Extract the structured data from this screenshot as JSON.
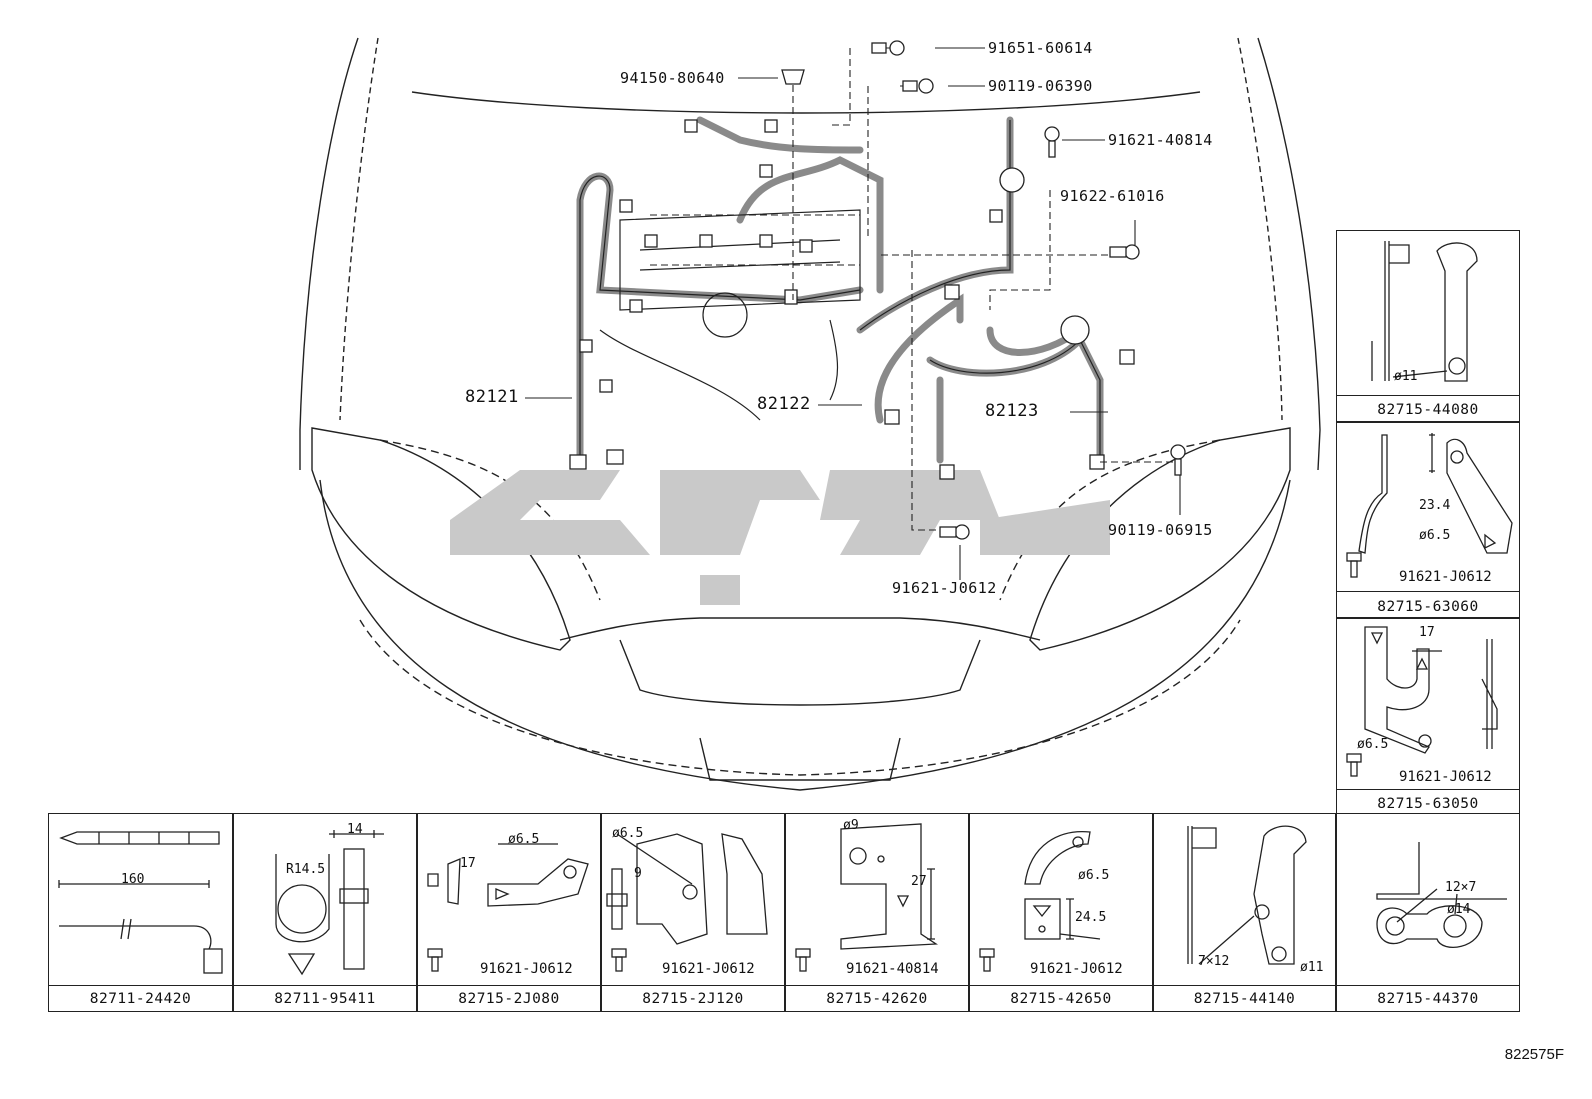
{
  "main_parts": {
    "p_94150": "94150-80640",
    "p_91651": "91651-60614",
    "p_90119a": "90119-06390",
    "p_91621a": "91621-40814",
    "p_91622": "91622-61016",
    "p_82121": "82121",
    "p_82122": "82122",
    "p_82123": "82123",
    "p_90119b": "90119-06915",
    "p_91621b": "91621-J0612"
  },
  "right_panels": [
    {
      "part": "82715-44080",
      "callouts": [
        "ø11"
      ],
      "bolt": ""
    },
    {
      "part": "82715-63060",
      "callouts": [
        "23.4",
        "ø6.5"
      ],
      "bolt": "91621-J0612"
    },
    {
      "part": "82715-63050",
      "callouts": [
        "17",
        "ø6.5"
      ],
      "bolt": "91621-J0612"
    }
  ],
  "bottom_panels": [
    {
      "part": "82711-24420",
      "callouts": [
        "160"
      ],
      "bolt": ""
    },
    {
      "part": "82711-95411",
      "callouts": [
        "14",
        "R14.5"
      ],
      "bolt": ""
    },
    {
      "part": "82715-2J080",
      "callouts": [
        "ø6.5",
        "17"
      ],
      "bolt": "91621-J0612"
    },
    {
      "part": "82715-2J120",
      "callouts": [
        "ø6.5",
        "9"
      ],
      "bolt": "91621-J0612"
    },
    {
      "part": "82715-42620",
      "callouts": [
        "ø9",
        "27"
      ],
      "bolt": "91621-40814"
    },
    {
      "part": "82715-42650",
      "callouts": [
        "ø6.5",
        "24.5"
      ],
      "bolt": "91621-J0612"
    },
    {
      "part": "82715-44140",
      "callouts": [
        "7×12",
        "ø11"
      ],
      "bolt": ""
    },
    {
      "part": "82715-44370",
      "callouts": [
        "12×7",
        "ø14"
      ],
      "bolt": ""
    }
  ],
  "doc_id": "822575F",
  "colors": {
    "line": "#222222",
    "harness": "#8a8a8a",
    "watermark": "#c9c9c9"
  }
}
